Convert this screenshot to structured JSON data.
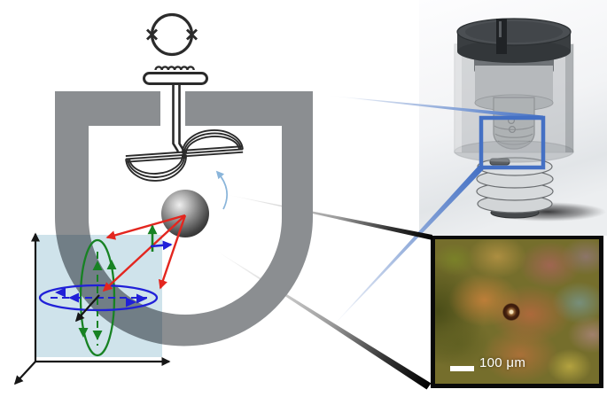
{
  "figure": {
    "scale_bar_label": "100 μm"
  },
  "colors": {
    "magnet_gray": "#8b8e91",
    "connector_blue": "#4470c4",
    "arrow_red": "#e3261f",
    "arrow_green": "#178223",
    "arrow_blue": "#2020d8",
    "rotation_arrow_lightblue": "#8ab5da",
    "plane_fill": "#cde2ea",
    "frame_black": "#0a0a0a",
    "circuit_ink": "#2b2b2b"
  },
  "components": {
    "squid_sensor": "squid-loop-with-josephson-junctions-icon",
    "input_coil": "inductor-coil-icon",
    "pickup_coil": "double-d-gradiometer-coil-icon",
    "magnet": "u-shaped-trap-magnet",
    "particle": "levitated-microsphere",
    "modes": "translation-and-libration-mode-arrows",
    "cad_view": "cad-render-of-trap-assembly",
    "micrograph_view": "optical-micrograph-of-microsphere"
  }
}
